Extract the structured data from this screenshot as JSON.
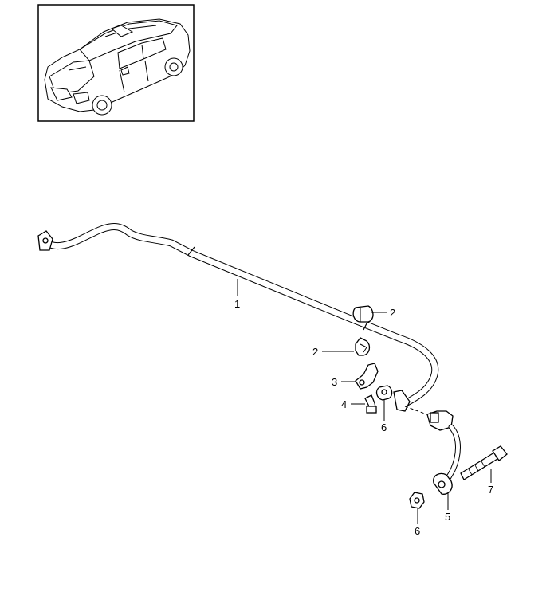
{
  "diagram": {
    "inset": {
      "subject": "vehicle-overview"
    },
    "callouts": {
      "c1": "1",
      "c2a": "2",
      "c2b": "2",
      "c3": "3",
      "c4": "4",
      "c5": "5",
      "c6a": "6",
      "c6b": "6",
      "c7": "7"
    }
  }
}
